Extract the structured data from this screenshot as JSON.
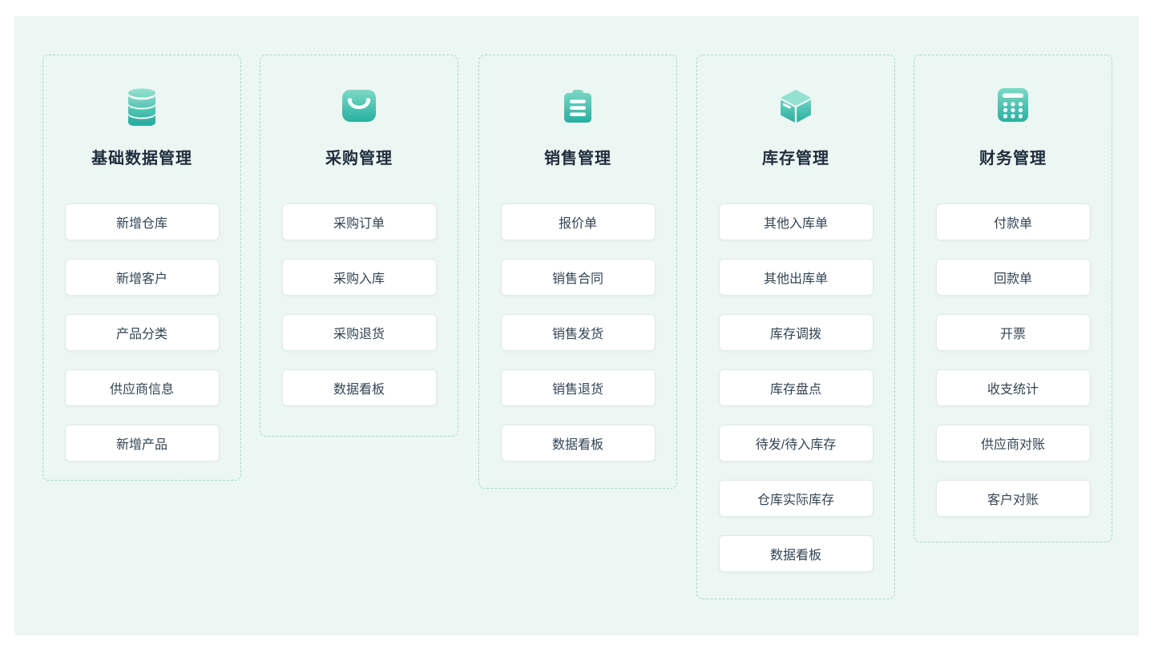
{
  "page": {
    "background": "#ffffff",
    "panel_background": "#ecf6f2",
    "dashed_border_color": "#9adccd",
    "accent_color": "#2bb2a2",
    "title_color": "#1f2d3d",
    "button_text_color": "#334454"
  },
  "sections": [
    {
      "id": "basic-data",
      "icon": "database-icon",
      "title": "基础数据管理",
      "items": [
        "新增仓库",
        "新增客户",
        "产品分类",
        "供应商信息",
        "新增产品"
      ]
    },
    {
      "id": "procurement",
      "icon": "shopping-bag-icon",
      "title": "采购管理",
      "items": [
        "采购订单",
        "采购入库",
        "采购退货",
        "数据看板"
      ]
    },
    {
      "id": "sales",
      "icon": "clipboard-icon",
      "title": "销售管理",
      "items": [
        "报价单",
        "销售合同",
        "销售发货",
        "销售退货",
        "数据看板"
      ]
    },
    {
      "id": "inventory",
      "icon": "cube-icon",
      "title": "库存管理",
      "items": [
        "其他入库单",
        "其他出库单",
        "库存调拨",
        "库存盘点",
        "待发/待入库存",
        "仓库实际库存",
        "数据看板"
      ]
    },
    {
      "id": "finance",
      "icon": "calculator-icon",
      "title": "财务管理",
      "items": [
        "付款单",
        "回款单",
        "开票",
        "收支统计",
        "供应商对账",
        "客户对账"
      ]
    }
  ]
}
